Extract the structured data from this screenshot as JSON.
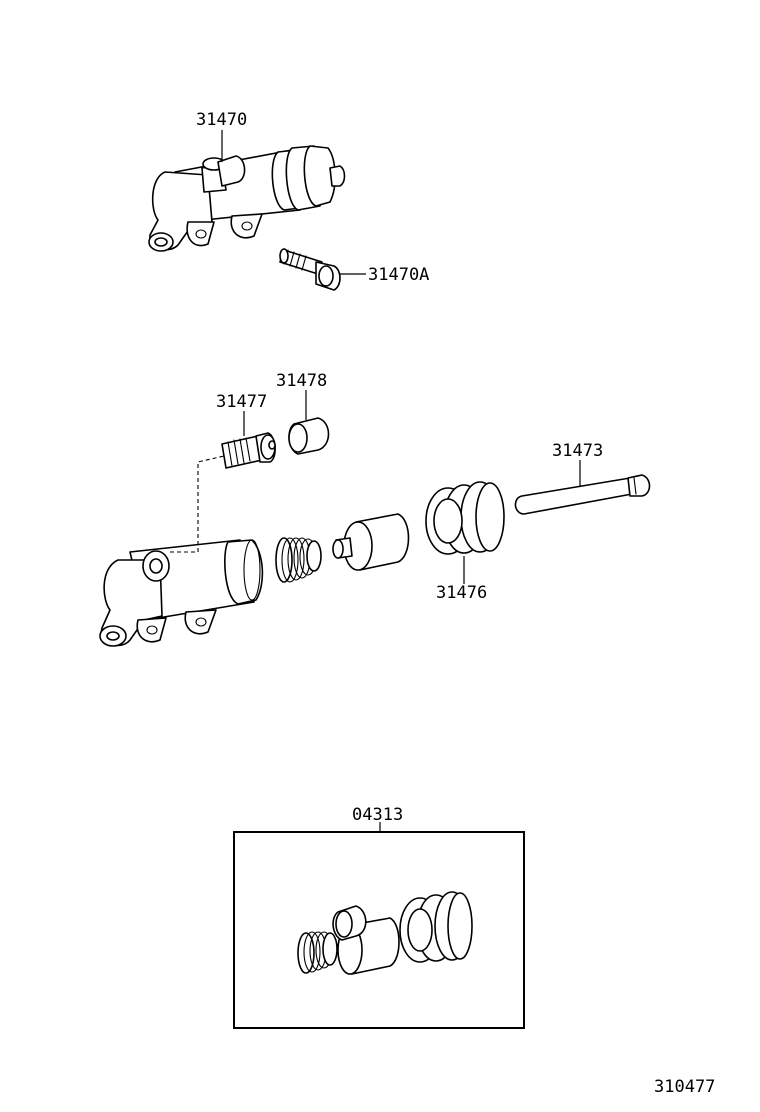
{
  "parts": {
    "p31470": "31470",
    "p31470a": "31470A",
    "p31478": "31478",
    "p31477": "31477",
    "p31473": "31473",
    "p31476": "31476",
    "p04313": "04313"
  },
  "diagram_id": "310477"
}
